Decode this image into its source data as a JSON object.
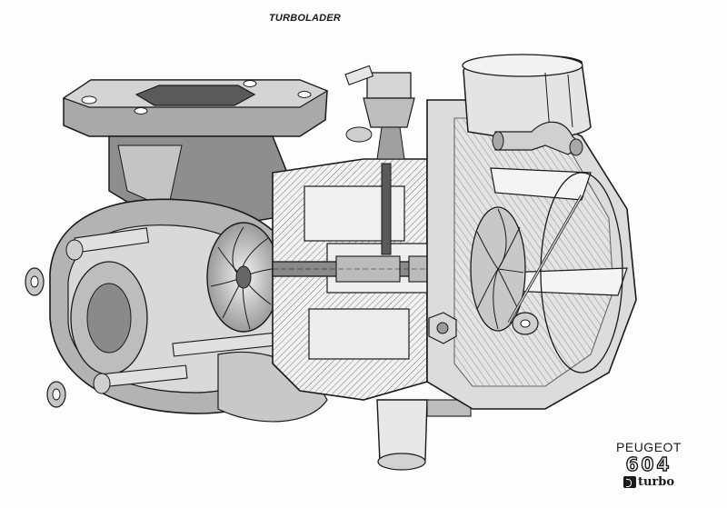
{
  "title": "TURBOLADER",
  "brand": {
    "make": "PEUGEOT",
    "model": "604",
    "variant": "turbo"
  },
  "colors": {
    "ink": "#1a1a1a",
    "metal_dark": "#7d7d7d",
    "metal_mid": "#a9a9a9",
    "metal_light": "#d4d4d4",
    "section_cut": "#efefef",
    "paper": "#fdfdfd"
  }
}
